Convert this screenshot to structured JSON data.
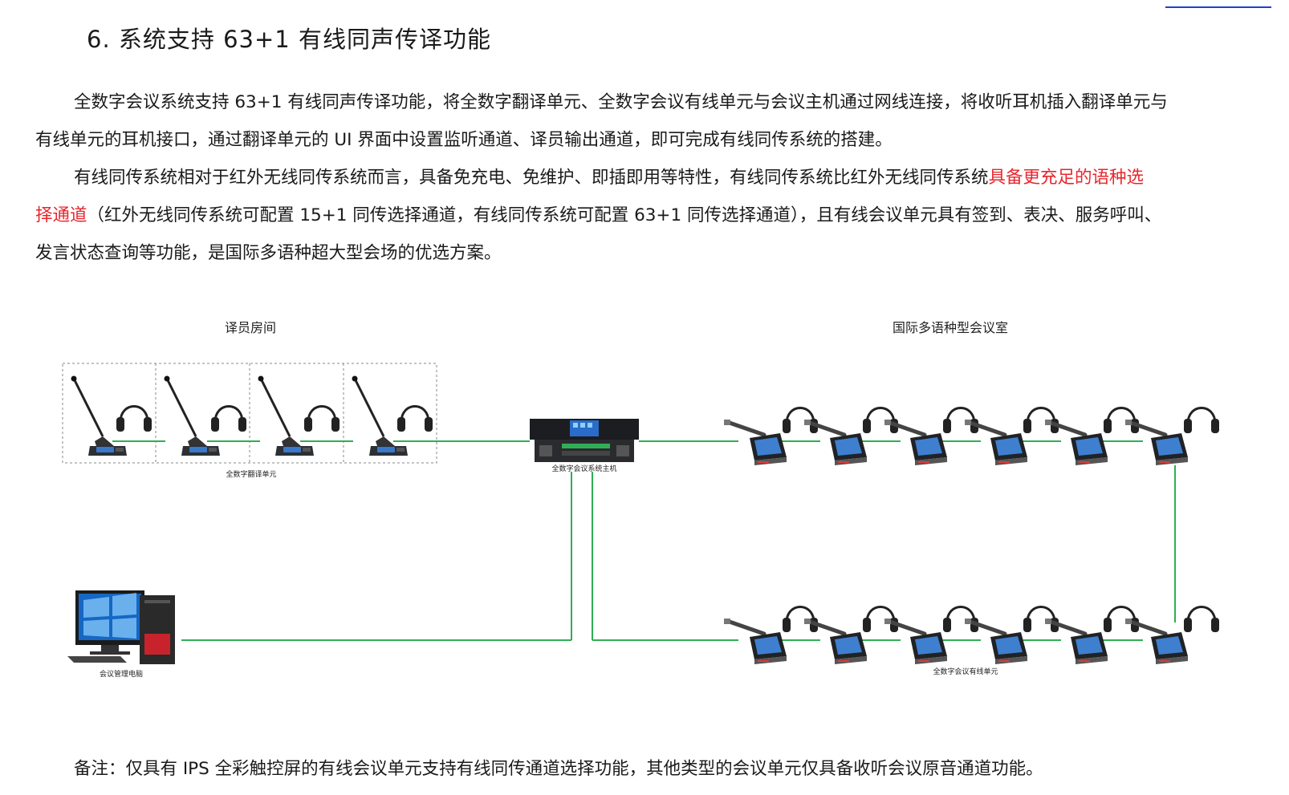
{
  "heading": "6. 系统支持 63+1 有线同声传译功能",
  "para1_line1": "全数字会议系统支持 63+1 有线同声传译功能，将全数字翻译单元、全数字会议有线单元与会议主机通过网线连接，将收听耳机插入翻译单元与",
  "para1_line2": "有线单元的耳机接口，通过翻译单元的 UI 界面中设置监听通道、译员输出通道，即可完成有线同传系统的搭建。",
  "para2_line1_a": "有线同传系统相对于红外无线同传系统而言，具备免充电、免维护、即插即用等特性，有线同传系统比红外无线同传系统",
  "para2_line1_b": "具备更充足的语种选",
  "para2_line2_a": "择通道",
  "para2_line2_b": "（红外无线同传系统可配置 15+1 同传选择通道，有线同传系统可配置 63+1 同传选择通道），且有线会议单元具有签到、表决、服务呼叫、",
  "para2_line3": "发言状态查询等功能，是国际多语种超大型会场的优选方案。",
  "diagram": {
    "interpreter_room_title": "译员房间",
    "conference_room_title": "国际多语种型会议室",
    "translation_unit_label": "全数字翻译单元",
    "host_label": "全数字会议系统主机",
    "pc_label": "会议管理电脑",
    "wired_unit_label": "全数字会议有线单元"
  },
  "note": "备注：仅具有 IPS 全彩触控屏的有线会议单元支持有线同传通道选择功能，其他类型的会议单元仅具备收听会议原音通道功能。",
  "colors": {
    "cable": "#2fae55",
    "highlight": "#e8262d",
    "link_rule": "#2440c8"
  }
}
